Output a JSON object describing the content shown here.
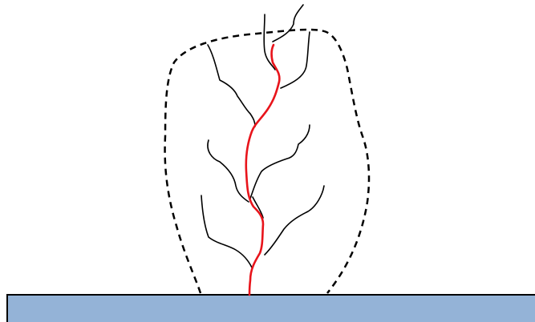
{
  "diagram": {
    "elements": [
      "watershed-boundary",
      "tributary-network",
      "main-channel",
      "receiving-water-body"
    ],
    "colors": {
      "main_channel": "#e8141b",
      "tributaries": "#000000",
      "boundary": "#000000",
      "water_body_fill": "#94b3d7",
      "water_body_stroke": "#000000",
      "background": "#ffffff"
    },
    "line_styles": {
      "boundary": "dashed",
      "tributaries": "solid",
      "main_channel": "solid"
    }
  }
}
